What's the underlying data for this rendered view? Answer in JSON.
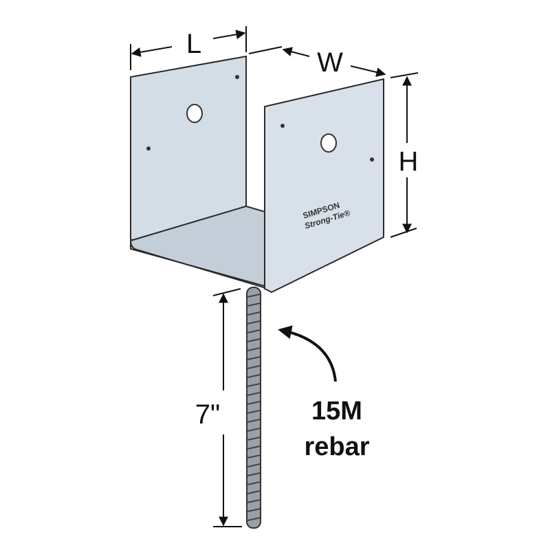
{
  "dimensions": {
    "length_label": "L",
    "width_label": "W",
    "height_label": "H",
    "rebar_length_label": "7\""
  },
  "callout": {
    "line1": "15M",
    "line2": "rebar"
  },
  "logo": {
    "line1": "SIMPSON",
    "line2": "Strong-Tie®"
  },
  "colors": {
    "metal": "#d3dde6",
    "metal_shadow": "#b9c6d1",
    "outline": "#2a2a2a"
  }
}
